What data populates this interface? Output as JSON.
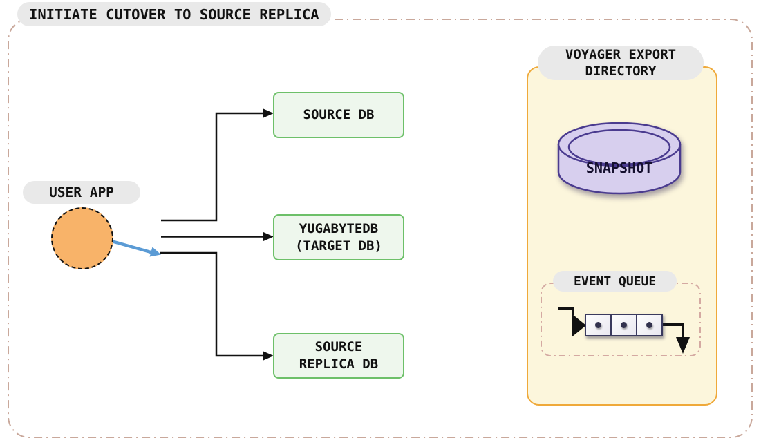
{
  "title": "INITIATE CUTOVER TO SOURCE REPLICA",
  "user_app": {
    "label": "USER APP"
  },
  "databases": [
    {
      "line1": "SOURCE DB",
      "line2": ""
    },
    {
      "line1": "YUGABYTEDB",
      "line2": "(TARGET DB)"
    },
    {
      "line1": "SOURCE",
      "line2": "REPLICA DB"
    }
  ],
  "voyager": {
    "title_line1": "VOYAGER EXPORT",
    "title_line2": "DIRECTORY",
    "snapshot_label": "SNAPSHOT",
    "event_queue": {
      "label": "EVENT QUEUE",
      "cell_count": 3
    }
  },
  "colors": {
    "outer_dashed_border": "#c9a89b",
    "pill_background": "#e9e9e9",
    "db_box_fill": "#eef7ed",
    "db_box_border": "#6dc069",
    "user_circle_fill": "#f8b369",
    "blue_arrow": "#5b9bd5",
    "black_arrow": "#111111",
    "voyager_panel_fill": "#fcf6dc",
    "voyager_panel_border": "#efa93a",
    "snapshot_fill": "#d7cfee",
    "snapshot_border": "#4a3b8f",
    "event_queue_dashed_border": "#d4a9a2",
    "queue_cell_border": "#3a3a5e"
  }
}
